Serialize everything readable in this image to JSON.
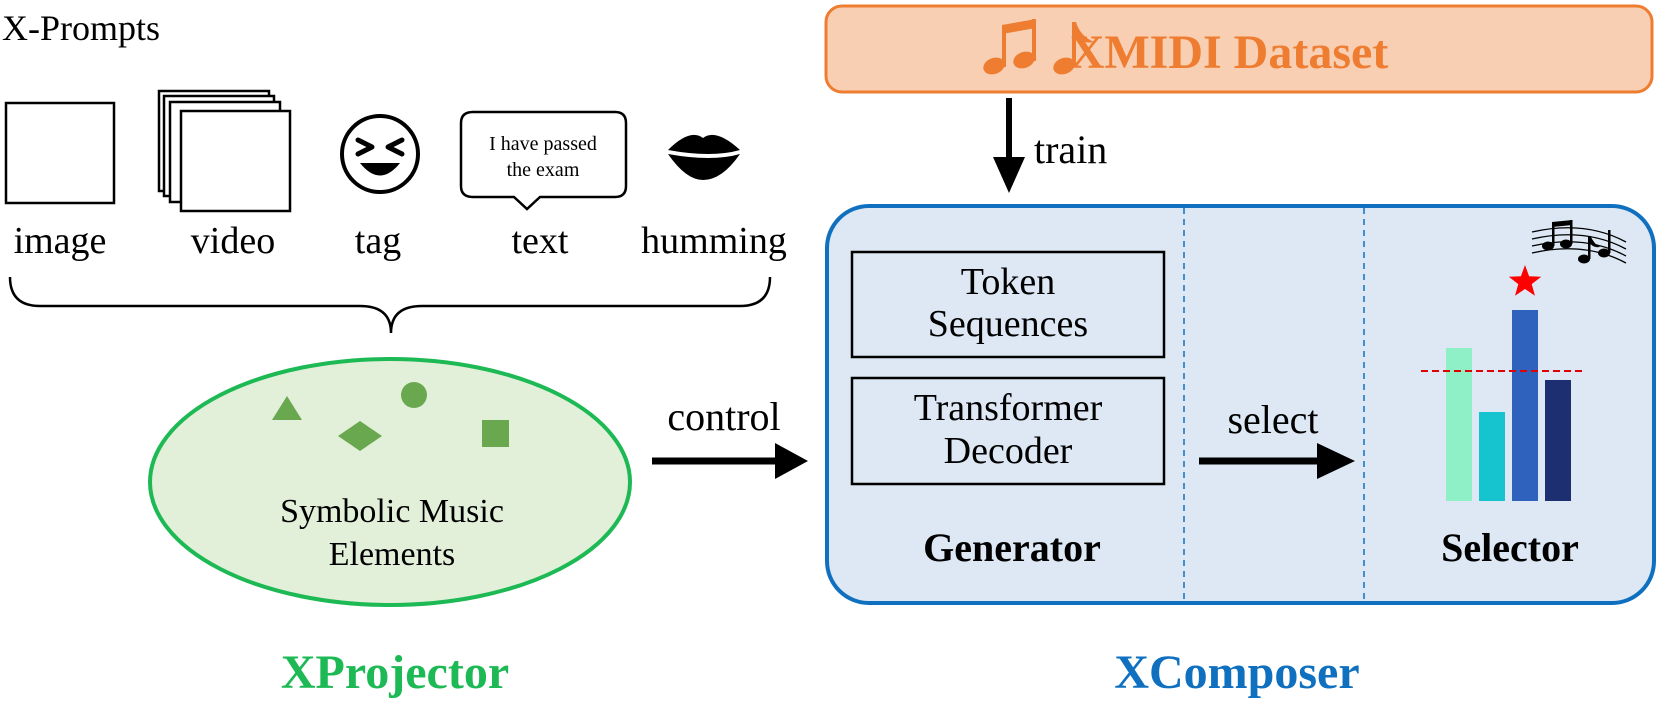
{
  "prompts": {
    "title": "X-Prompts",
    "items": [
      {
        "label": "image",
        "icon": "image-icon"
      },
      {
        "label": "video",
        "icon": "video-icon"
      },
      {
        "label": "tag",
        "icon": "laughing-face-icon"
      },
      {
        "label": "text",
        "icon": "speech-bubble-icon"
      },
      {
        "label": "humming",
        "icon": "lips-icon"
      }
    ],
    "bubble_text": [
      "I have passed",
      "the exam"
    ]
  },
  "projector": {
    "ellipse_text": [
      "Symbolic Music",
      "Elements"
    ],
    "name": "XProjector",
    "shapes": [
      "triangle-icon",
      "circle-icon",
      "diamond-icon",
      "square-icon"
    ]
  },
  "edges": {
    "control": "control",
    "train": "train",
    "select": "select"
  },
  "dataset": {
    "label": "XMIDI Dataset",
    "icon": "music-notes-icon"
  },
  "composer": {
    "name": "XComposer",
    "generator": {
      "title": "Generator",
      "box1": [
        "Token",
        "Sequences"
      ],
      "box2": [
        "Transformer",
        "Decoder"
      ]
    },
    "selector": {
      "title": "Selector",
      "icon": "music-staff-icon",
      "marker": "star-icon"
    }
  },
  "colors": {
    "green": "#1db954",
    "green_fill": "#e2efd9",
    "shape_green": "#6aa84f",
    "blue": "#1070c0",
    "blue_fill": "#dde8f4",
    "orange": "#ee7d31",
    "orange_fill": "#f8cfb2",
    "bar1": "#8fefc7",
    "bar2": "#15c4cf",
    "bar3": "#2e62bd",
    "bar4": "#1d2f70",
    "threshold": "#e00000",
    "star": "#ff0000"
  }
}
